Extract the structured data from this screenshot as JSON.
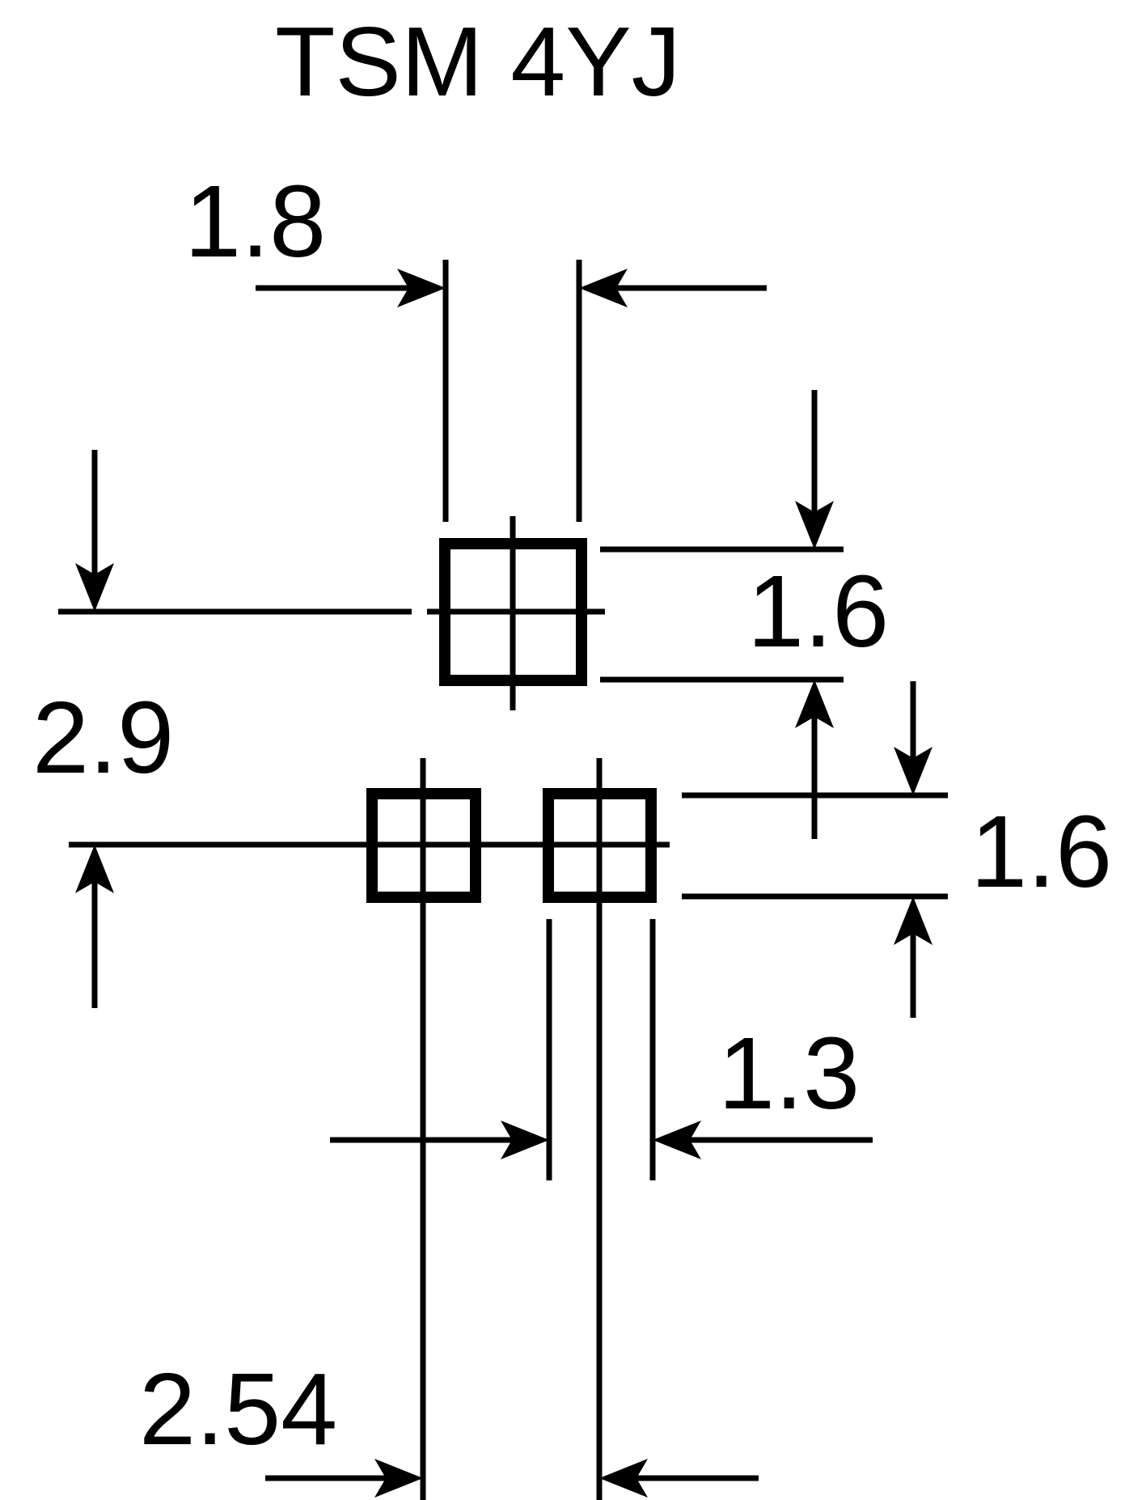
{
  "title": "TSM 4YJ",
  "colors": {
    "ink": "#000000",
    "background": "#ffffff"
  },
  "dimensions": {
    "pad_width_top": "1.8",
    "pad_height_top": "1.6",
    "row_offset": "2.9",
    "pad_height_bottom": "1.6",
    "pad_width_bottom": "1.3",
    "pitch": "2.54"
  }
}
